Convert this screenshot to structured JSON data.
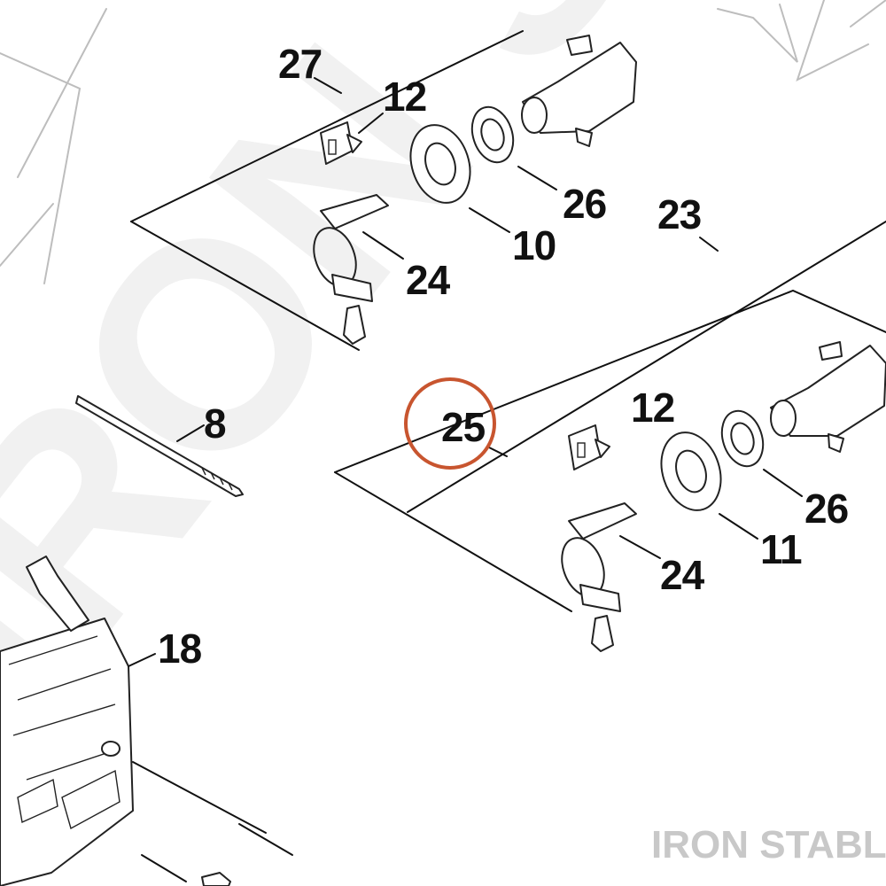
{
  "watermark": "IRON STABLE",
  "brand_text": "IRON STABLE",
  "highlight_color": "#c8552f",
  "callouts": {
    "c27": "27",
    "c12_upper": "12",
    "c26_upper": "26",
    "c10": "10",
    "c24_upper": "24",
    "c23": "23",
    "c25": "25",
    "c12_lower": "12",
    "c26_lower": "26",
    "c11": "11",
    "c24_lower": "24",
    "c8": "8",
    "c18": "18"
  },
  "highlighted_callout": "25"
}
